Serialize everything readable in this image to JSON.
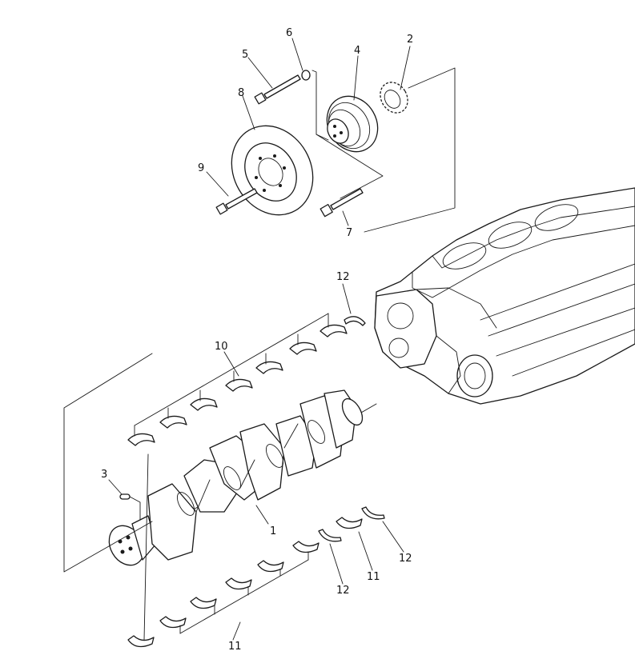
{
  "callouts": [
    {
      "id": "c1",
      "text": "1"
    },
    {
      "id": "c2",
      "text": "2"
    },
    {
      "id": "c3",
      "text": "3"
    },
    {
      "id": "c4",
      "text": "4"
    },
    {
      "id": "c5",
      "text": "5"
    },
    {
      "id": "c6",
      "text": "6"
    },
    {
      "id": "c7",
      "text": "7"
    },
    {
      "id": "c8",
      "text": "8"
    },
    {
      "id": "c9",
      "text": "9"
    },
    {
      "id": "c10",
      "text": "10"
    },
    {
      "id": "c11a",
      "text": "11"
    },
    {
      "id": "c11b",
      "text": "11"
    },
    {
      "id": "c12a",
      "text": "12"
    },
    {
      "id": "c12b",
      "text": "12"
    },
    {
      "id": "c12c",
      "text": "12"
    }
  ],
  "icons": {
    "crankshaft": "crankshaft-icon",
    "gear": "crank-gear-icon",
    "damper": "vibration-damper-icon",
    "pulley": "crank-pulley-icon",
    "block": "cylinder-block-icon"
  }
}
